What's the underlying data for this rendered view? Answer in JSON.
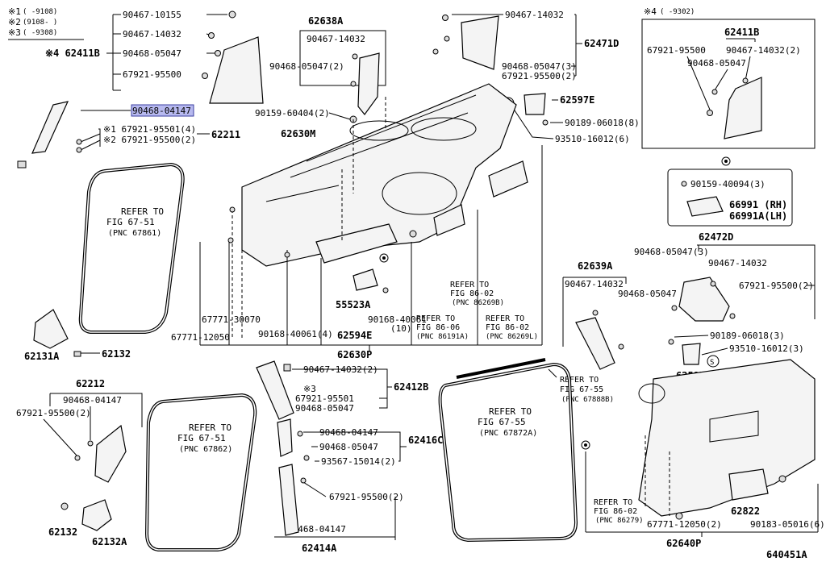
{
  "legend": {
    "items": [
      {
        "mark": "※1",
        "range": "( -9108)"
      },
      {
        "mark": "※2",
        "range": "(9108- )"
      },
      {
        "mark": "※3",
        "range": "( -9308)"
      }
    ],
    "inset_note": {
      "mark": "※4",
      "range": "( -9302)"
    }
  },
  "labels": {
    "p90467_10155": "90467-10155",
    "p90467_14032_a": "90467-14032",
    "p4_62411b": "※4 62411B",
    "p90468_05047_a": "90468-05047",
    "p67921_95500_a": "67921-95500",
    "p90468_04147_hl": "90468-04147",
    "p1_67921_95501_4": "※1 67921-95501(4)",
    "p2_67921_95500_2": "※2 67921-95500(2)",
    "p62211": "62211",
    "p62638a": "62638A",
    "p90467_14032_b": "90467-14032",
    "p90468_05047_2": "90468-05047(2)",
    "p90159_60404_2": "90159-60404(2)",
    "p62630m": "62630M",
    "p90467_14032_c": "90467-14032",
    "p62471d": "62471D",
    "p90468_05047_3a": "90468-05047(3)",
    "p67921_95500_2a": "67921-95500(2)",
    "p62597e": "62597E",
    "p90189_06018_8": "90189-06018(8)",
    "p93510_16012_6": "93510-16012(6)",
    "s_mark": "S",
    "inset_62411b": "62411B",
    "inset_67921_95500": "67921-95500",
    "inset_90467_14032_2": "90467-14032(2)",
    "inset_90468_05047": "90468-05047",
    "p90159_40094_3": "90159-40094(3)",
    "p66991": "66991 (RH)",
    "p66991a": "66991A(LH)",
    "refer_to": "REFER TO",
    "fig_67_51": "FIG 67-51",
    "pnc_67861": "(PNC 67861)",
    "pnc_67862": "(PNC 67862)",
    "fig_67_55": "FIG 67-55",
    "pnc_67872a": "(PNC 67872A)",
    "pnc_67888b": "(PNC 67888B)",
    "fig_86_02": "FIG 86-02",
    "fig_86_06": "FIG 86-06",
    "pnc_86269b": "(PNC 86269B)",
    "pnc_86191a": "(PNC 86191A)",
    "pnc_86269l": "(PNC 86269L)",
    "pnc_86279": "(PNC 86279)",
    "p62131a": "62131A",
    "p62132_a": "62132",
    "p67771_30070": "67771-30070",
    "p67771_12050": "67771-12050",
    "p90168_40061_4": "90168-40061(4)",
    "p55523a": "55523A",
    "p90168_40061": "90168-40061",
    "p10": "(10)",
    "p62594e": "62594E",
    "p62630p": "62630P",
    "p62472d": "62472D",
    "p90468_05047_3b": "90468-05047(3)",
    "p90467_14032_d": "90467-14032",
    "p67921_95500_2b": "67921-95500(2)",
    "p62639a": "62639A",
    "p90467_14032_e": "90467-14032",
    "p90468_05047_b": "90468-05047",
    "p90189_06018_3": "90189-06018(3)",
    "p93510_16012_3": "93510-16012(3)",
    "p62597f": "62597F",
    "p62212": "62212",
    "p90468_04147_a": "90468-04147",
    "p67921_95500_2c": "67921-95500(2)",
    "p90467_14032_2": "90467-14032(2)",
    "p3_mark": "※3",
    "p67921_95501": "67921-95501",
    "p90468_05047_c": "90468-05047",
    "p62412b": "62412B",
    "p90468_04147_b": "90468-04147",
    "p90468_05047_d": "90468-05047",
    "p62416c": "62416C",
    "p93567_15014_2": "93567-15014(2)",
    "p67921_95500_2d": "67921-95500(2)",
    "p90468_04147_c": "90468-04147",
    "p62414a": "62414A",
    "p62132_b": "62132",
    "p62132a": "62132A",
    "p67771_12050_2": "67771-12050(2)",
    "p62640p": "62640P",
    "p62822": "62822",
    "p90183_05016_6": "90183-05016(6)",
    "figure_id": "640451A"
  },
  "colors": {
    "ink": "#000000",
    "highlight_fill": "#b7b9ef",
    "highlight_stroke": "#3b3fa0"
  }
}
